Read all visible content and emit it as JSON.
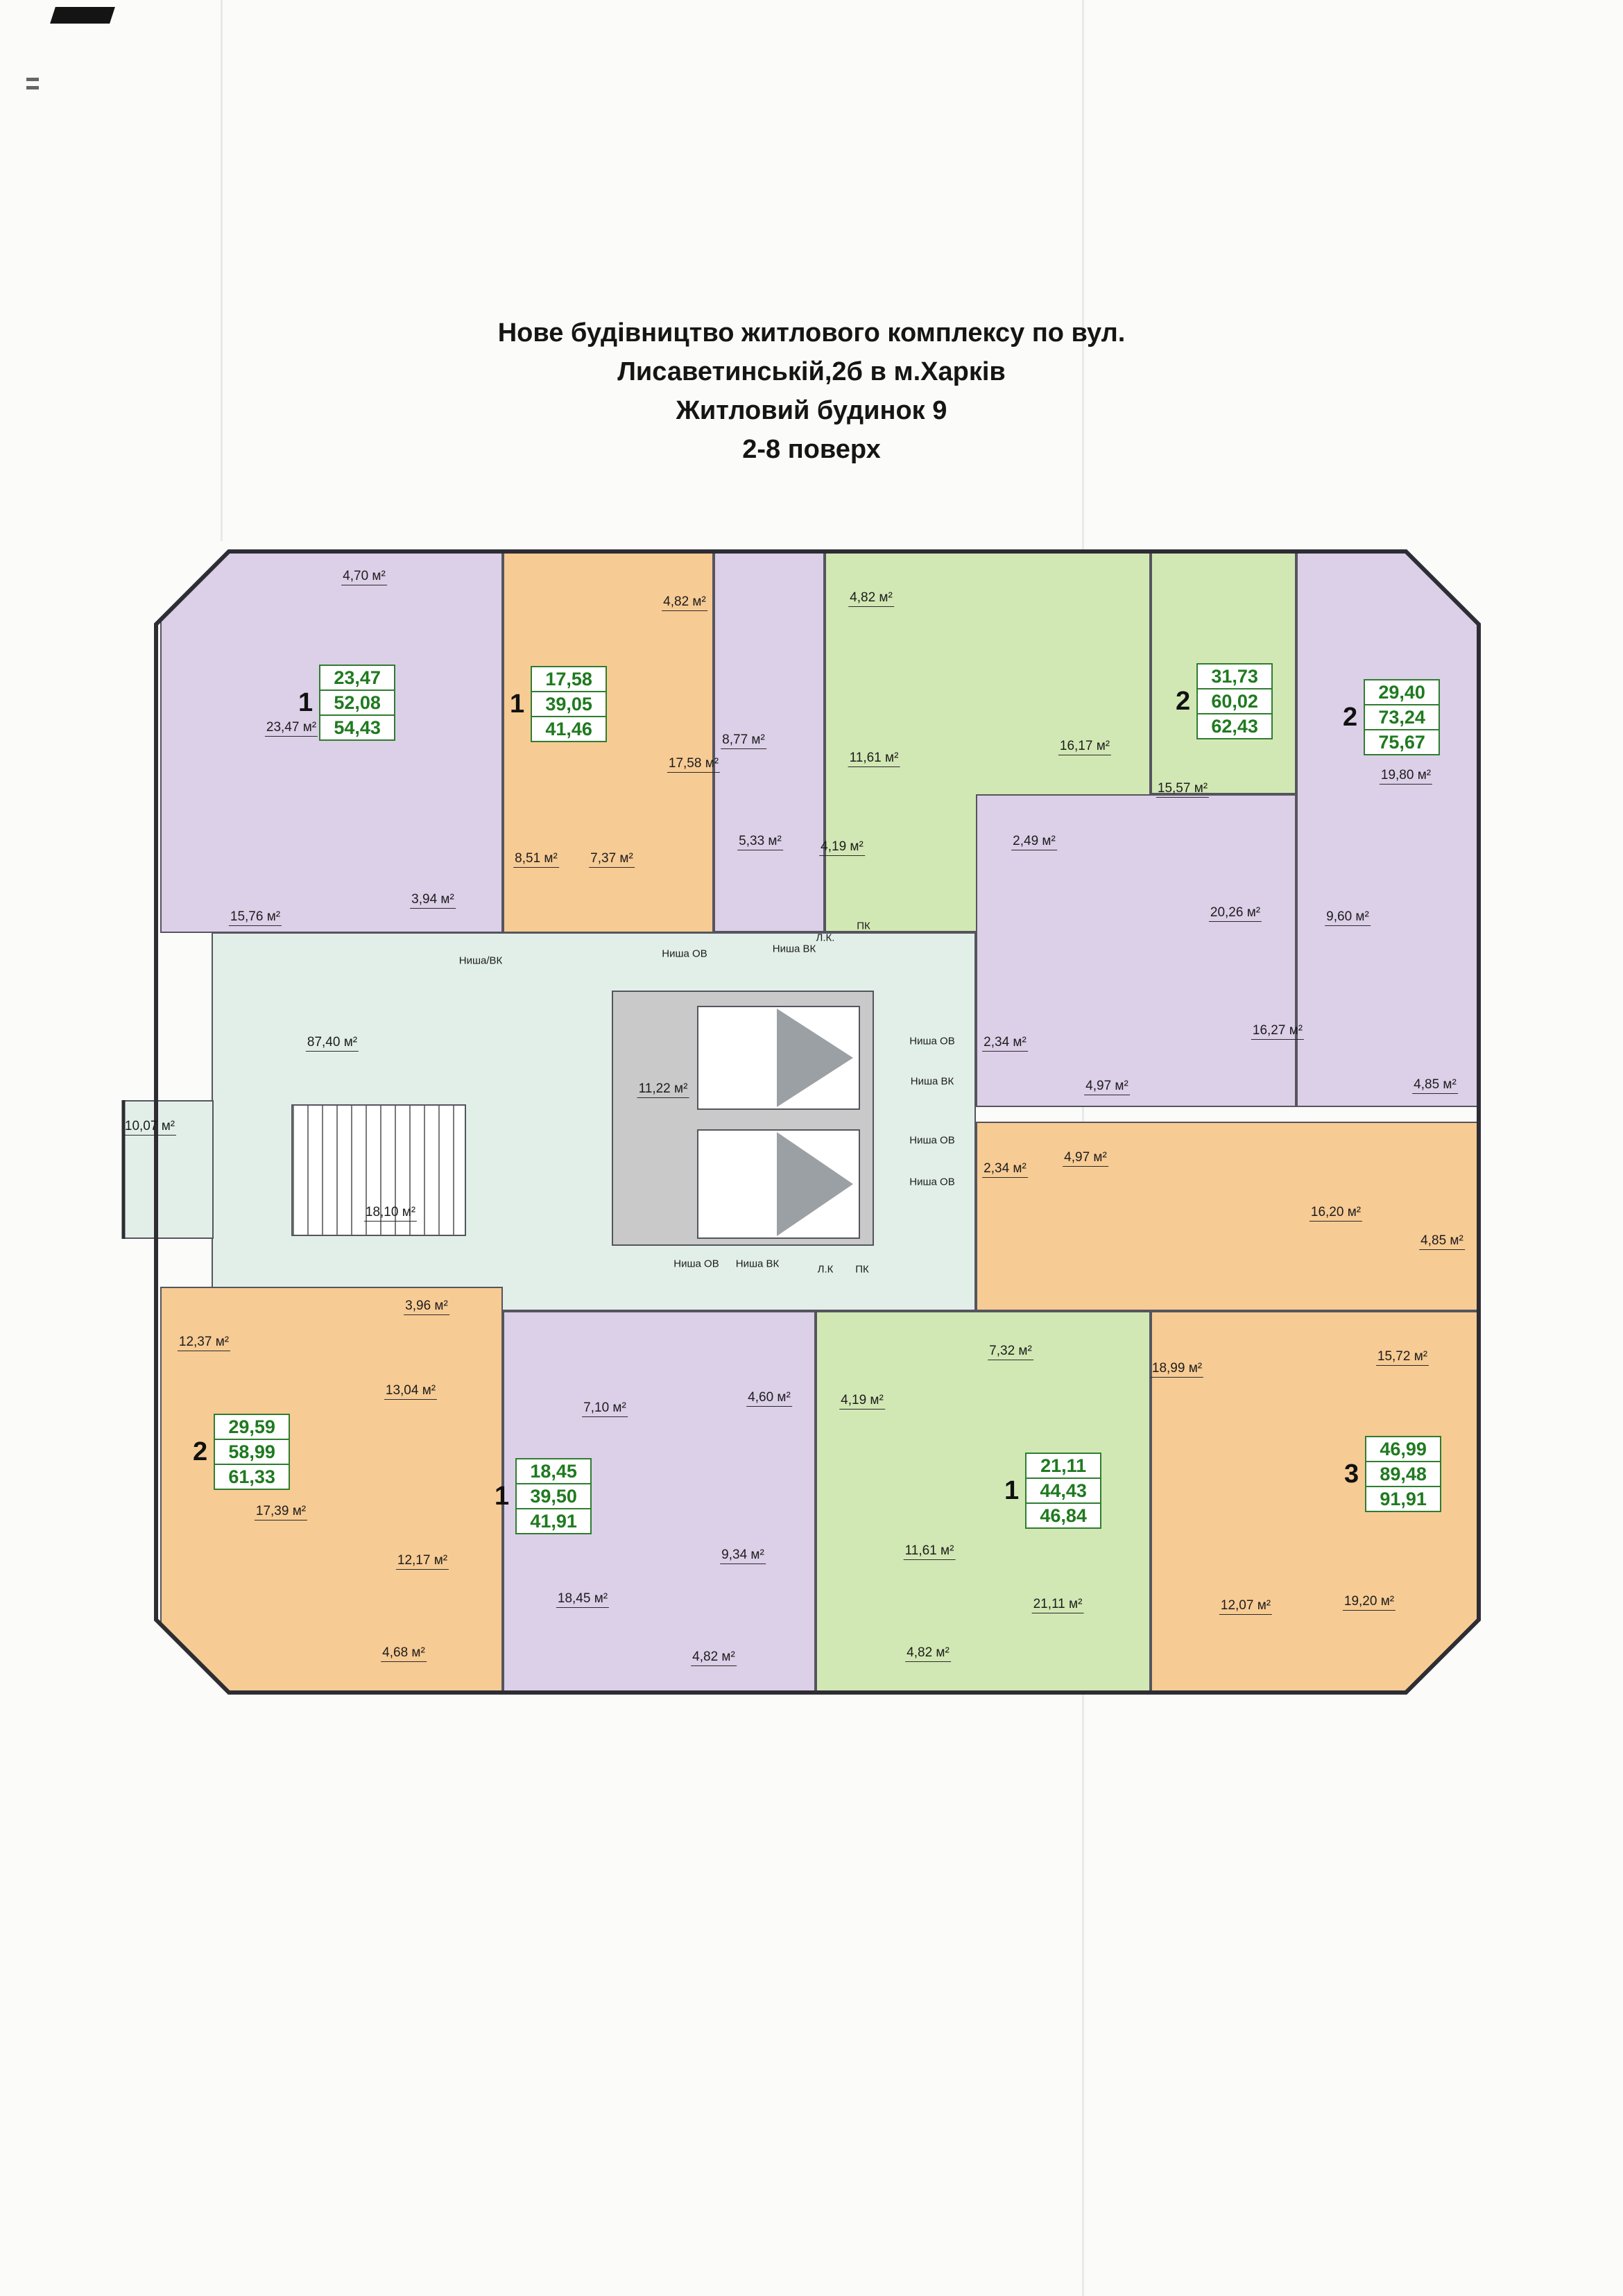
{
  "page": {
    "title_lines": [
      "Нове будівництво житлового комплексу по вул.",
      "Лисаветинській,2б в м.Харків",
      "Житловий будинок 9",
      "2-8 поверх"
    ]
  },
  "palette": {
    "purple": "#dccfe8",
    "orange": "#f7cb94",
    "green": "#d2e8b4",
    "core": "#e2efe9",
    "elevator_gray": "#c9c9c9",
    "apartment_value_green": "#1f7a1f",
    "wall": "#55555e"
  },
  "apartments": [
    {
      "rooms": "1",
      "living": "23,47",
      "area": "52,08",
      "total": "54,43"
    },
    {
      "rooms": "1",
      "living": "17,58",
      "area": "39,05",
      "total": "41,46"
    },
    {
      "rooms": "2",
      "living": "31,73",
      "area": "60,02",
      "total": "62,43"
    },
    {
      "rooms": "2",
      "living": "29,40",
      "area": "73,24",
      "total": "75,67"
    },
    {
      "rooms": "2",
      "living": "29,59",
      "area": "58,99",
      "total": "61,33"
    },
    {
      "rooms": "1",
      "living": "18,45",
      "area": "39,50",
      "total": "41,91"
    },
    {
      "rooms": "1",
      "living": "21,11",
      "area": "44,43",
      "total": "46,84"
    },
    {
      "rooms": "3",
      "living": "46,99",
      "area": "89,48",
      "total": "91,91"
    }
  ],
  "room_labels": [
    "4,70 м²",
    "4,82 м²",
    "4,82 м²",
    "23,47 м²",
    "17,58 м²",
    "8,77 м²",
    "11,61 м²",
    "16,17 м²",
    "15,57 м²",
    "19,80 м²",
    "8,51 м²",
    "7,37 м²",
    "5,33 м²",
    "4,19 м²",
    "2,49 м²",
    "20,26 м²",
    "9,60 м²",
    "15,76 м²",
    "3,94 м²",
    "87,40 м²",
    "11,22 м²",
    "16,27 м²",
    "2,34 м²",
    "4,97 м²",
    "4,85 м²",
    "10,07 м²",
    "18,10 м²",
    "2,34 м²",
    "4,97 м²",
    "16,20 м²",
    "4,85 м²",
    "3,96 м²",
    "12,37 м²",
    "13,04 м²",
    "7,10 м²",
    "4,60 м²",
    "4,19 м²",
    "7,32 м²",
    "18,99 м²",
    "15,72 м²",
    "17,39 м²",
    "12,17 м²",
    "18,45 м²",
    "9,34 м²",
    "11,61 м²",
    "21,11 м²",
    "12,07 м²",
    "19,20 м²",
    "4,68 м²",
    "4,82 м²",
    "4,82 м²"
  ],
  "niche_labels": [
    "Ниша/ВК",
    "Ниша ОВ",
    "Ниша ВК",
    "Л.К.",
    "ПК",
    "Ниша ОВ",
    "Ниша ВК",
    "Ниша ОВ",
    "Ниша ОВ",
    "Ниша ОВ",
    "Ниша ВК",
    "Л.К",
    "ПК"
  ]
}
